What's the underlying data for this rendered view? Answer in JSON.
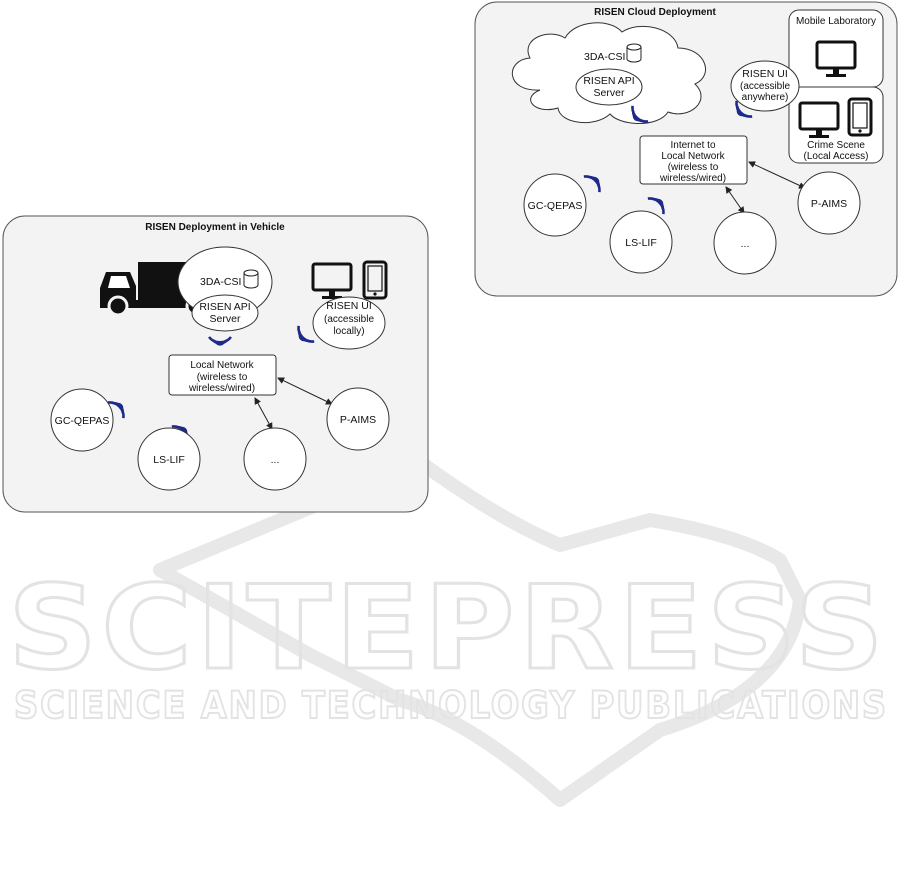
{
  "vehicle": {
    "title": "RISEN Deployment in Vehicle",
    "server_db": "3DA-CSI",
    "server_api": [
      "RISEN API",
      "Server"
    ],
    "ui": [
      "RISEN UI",
      "(accessible",
      "locally)"
    ],
    "network": [
      "Local Network",
      "(wireless to",
      "wireless/wired)"
    ],
    "nodes": [
      "GC-QEPAS",
      "LS-LIF",
      "...",
      "P-AIMS"
    ]
  },
  "cloud": {
    "title": "RISEN Cloud Deployment",
    "server_db": "3DA-CSI",
    "server_api": [
      "RISEN API",
      "Server"
    ],
    "ui": [
      "RISEN UI",
      "(accessible",
      "anywhere)"
    ],
    "mobile_lab": "Mobile Laboratory",
    "crime_scene": [
      "Crime Scene",
      "(Local Access)"
    ],
    "network": [
      "Internet to",
      "Local Network",
      "(wireless to",
      "wireless/wired)"
    ],
    "nodes": [
      "GC-QEPAS",
      "LS-LIF",
      "...",
      "P-AIMS"
    ]
  },
  "watermark": {
    "big": "SCITEPRESS",
    "small": "SCIENCE AND TECHNOLOGY PUBLICATIONS"
  },
  "colors": {
    "wifi": "#1d2a8c",
    "panel": "#f3f3f3",
    "stroke": "#555555"
  }
}
